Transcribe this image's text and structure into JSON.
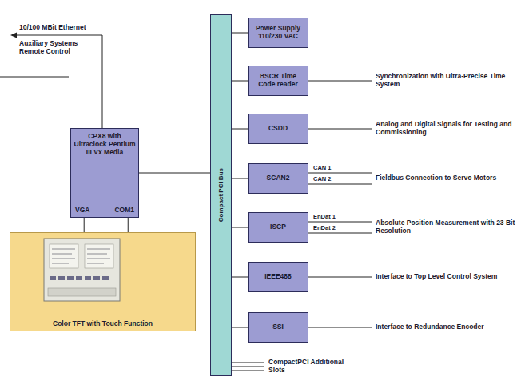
{
  "diagram": {
    "nodes": [
      {
        "text": [
          "CPX8 with Ultraclock Pentium III Vx Media",
          "VGA",
          "COM1"
        ]
      },
      {
        "text": [
          "Color TFT with Touch Function"
        ]
      },
      {
        "text": [
          "Compact PCI Bus"
        ]
      },
      {
        "text": [
          "Power Supply 110/230 VAC"
        ]
      },
      {
        "text": [
          "BSCR Time Code reader"
        ]
      },
      {
        "text": [
          "CSDD"
        ]
      },
      {
        "text": [
          "SCAN2"
        ]
      },
      {
        "text": [
          "ISCP"
        ]
      },
      {
        "text": [
          "IEEE488"
        ]
      },
      {
        "text": [
          "SSI"
        ]
      }
    ],
    "edges": [
      {
        "from": 0,
        "to": 2,
        "arrow": "none"
      },
      {
        "from": 0,
        "to": 1,
        "arrow": "none"
      },
      {
        "from": 0,
        "to": 1,
        "arrow": "none"
      },
      {
        "from": 2,
        "to": 3,
        "arrow": "none"
      },
      {
        "from": 2,
        "to": 4,
        "arrow": "none"
      },
      {
        "from": 2,
        "to": 5,
        "arrow": "none"
      },
      {
        "from": 2,
        "to": 6,
        "arrow": "none"
      },
      {
        "from": 2,
        "to": 7,
        "arrow": "none"
      },
      {
        "from": 2,
        "to": 8,
        "arrow": "none"
      },
      {
        "from": 2,
        "to": 9,
        "arrow": "none"
      }
    ],
    "labels": [
      "10/100 MBit Ethernet",
      "Auxiliary Systems Remote Control",
      "Synchronization with Ultra-Precise Time System",
      "Analog and Digital Signals for Testing and Commissioning",
      "CAN 1",
      "CAN 2",
      "Fieldbus Connection to Servo Motors",
      "EnDat 1",
      "EnDat 2",
      "Absolute Position Measurement with 23 Bit Resolution",
      "Interface to Top Level Control System",
      "Interface to Redundance Encoder",
      "CompactPCI Additional Slots"
    ]
  }
}
